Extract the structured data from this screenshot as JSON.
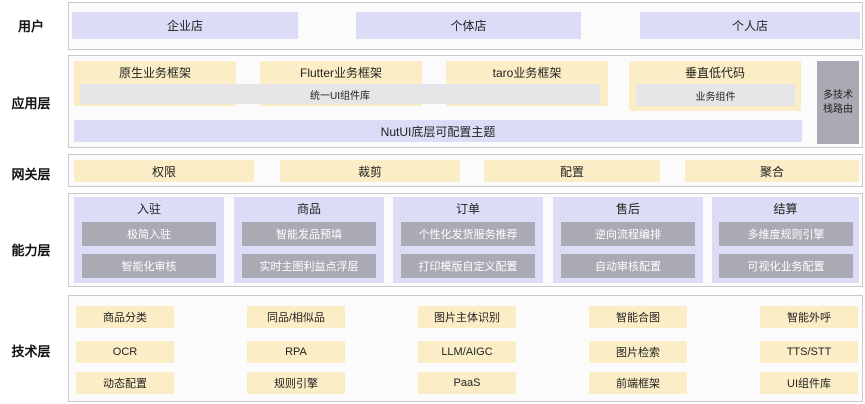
{
  "layers": {
    "user": "用户",
    "app": "应用层",
    "gateway": "网关层",
    "ability": "能力层",
    "tech": "技术层"
  },
  "user_layer": [
    "企业店",
    "个体店",
    "个人店"
  ],
  "app_layer": {
    "frameworks": [
      "原生业务框架",
      "Flutter业务框架",
      "taro业务框架",
      "垂直低代码"
    ],
    "component_lib": "统一UI组件库",
    "biz_component": "业务组件",
    "theme": "NutUI底层可配置主题",
    "routing": "多技术栈路由"
  },
  "gateway_layer": [
    "权限",
    "裁剪",
    "配置",
    "聚合"
  ],
  "ability_layer": [
    {
      "title": "入驻",
      "items": [
        "极简入驻",
        "智能化审核"
      ]
    },
    {
      "title": "商品",
      "items": [
        "智能发品预填",
        "实时主图利益点浮层"
      ]
    },
    {
      "title": "订单",
      "items": [
        "个性化发货服务推荐",
        "打印模版自定义配置"
      ]
    },
    {
      "title": "售后",
      "items": [
        "逆向流程编排",
        "自动审核配置"
      ]
    },
    {
      "title": "结算",
      "items": [
        "多维度规则引擎",
        "可视化业务配置"
      ]
    }
  ],
  "tech_layer": [
    [
      "商品分类",
      "同品/相似品",
      "图片主体识别",
      "智能合图",
      "智能外呼"
    ],
    [
      "OCR",
      "RPA",
      "LLM/AIGC",
      "图片检索",
      "TTS/STT"
    ],
    [
      "动态配置",
      "规则引擎",
      "PaaS",
      "前端框架",
      "UI组件库"
    ]
  ],
  "colors": {
    "lavender": "#dcdcf6",
    "cream": "#fbedc6",
    "grey": "#a9aab3"
  }
}
